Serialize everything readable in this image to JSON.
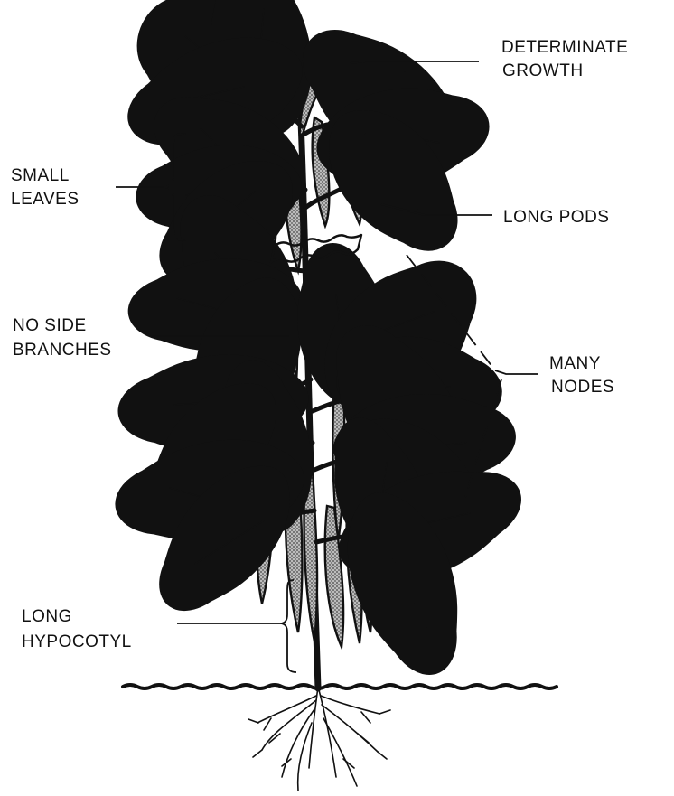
{
  "labels": {
    "determinate_growth": [
      "DETERMINATE",
      "GROWTH"
    ],
    "small_leaves": [
      "SMALL",
      "LEAVES"
    ],
    "long_pods": [
      "LONG PODS"
    ],
    "no_side_branches": [
      "NO SIDE",
      "BRANCHES"
    ],
    "many_nodes": [
      "MANY",
      "NODES"
    ],
    "long_hypocotyl": [
      "LONG",
      "HYPOCOTYL"
    ]
  },
  "colors": {
    "ink": "#111111",
    "background": "#ffffff",
    "pod_stipple": "#777777"
  }
}
